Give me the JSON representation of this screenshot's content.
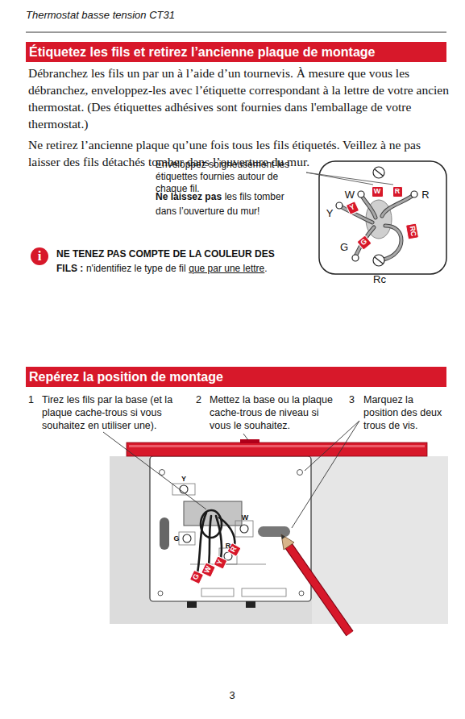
{
  "diagram": {
    "nodes": [
      {
        "text": [
          "Étiquetez les fils et retirez l’ancienne plaque de montage"
        ]
      },
      {
        "text": [
          "W"
        ]
      },
      {
        "text": [
          "R"
        ]
      },
      {
        "text": [
          "Y"
        ]
      },
      {
        "text": [
          "RC"
        ]
      },
      {
        "text": [
          "G"
        ]
      },
      {
        "text": [
          "i"
        ]
      },
      {
        "text": [
          "Repérez la position de montage"
        ]
      },
      {
        "text": [
          "G"
        ]
      },
      {
        "text": [
          "W"
        ]
      },
      {
        "text": [
          "Y"
        ]
      },
      {
        "text": [
          "R"
        ]
      }
    ],
    "labels": [
      "Thermostat basse tension CT31",
      "Débranchez les fils un par un à l’aide d’un tournevis. À mesure que vous les débranchez, enveloppez-les avec l’étiquette correspondant à la lettre de votre ancien thermostat. (Des étiquettes adhésives sont fournies dans l'emballage de votre thermostat.)",
      "Ne retirez l’ancienne plaque qu’une fois tous les fils étiquetés. Veillez à ne pas laisser des fils détachés tomber dans l’ouverture du mur.",
      "Enveloppez soigneusement les étiquettes fournies autour de chaque fil.",
      "Ne laissez pas",
      "les fils tomber dans l’ouverture du mur!",
      "W",
      "R",
      "Y",
      "G",
      "Rc",
      "NE TENEZ PAS COMPTE DE LA COULEUR DES FILS :",
      "n'identifiez le type de fil",
      "que par une lettre",
      ".",
      "1",
      "Tirez les fils par la base (et la plaque cache-trous si vous souhaitez en utiliser une).",
      "2",
      "Mettez la base ou la plaque cache-trous de niveau si vous le souhaitez.",
      "3",
      "Marquez la position des deux trous de vis.",
      "Y",
      "W",
      "R",
      "G",
      "3"
    ]
  }
}
